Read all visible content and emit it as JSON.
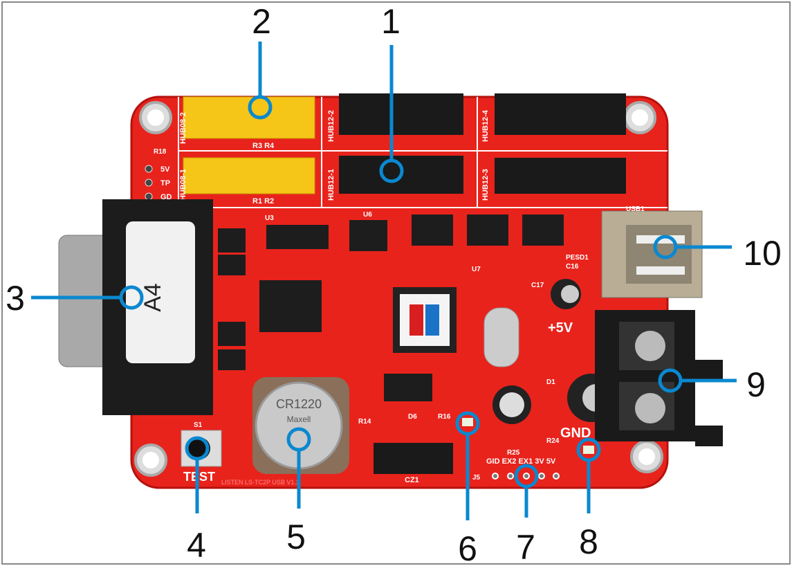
{
  "callouts": {
    "c1": "1",
    "c2": "2",
    "c3": "3",
    "c4": "4",
    "c5": "5",
    "c6": "6",
    "c7": "7",
    "c8": "8",
    "c9": "9",
    "c10": "10"
  },
  "silkscreen": {
    "hub08_1": "HUB08-1",
    "hub08_2": "HUB08-2",
    "hub12_1": "HUB12-1",
    "hub12_2": "HUB12-2",
    "hub12_3": "HUB12-3",
    "hub12_4": "HUB12-4",
    "r3r4": "R3 R4",
    "r1r2": "R1 R2",
    "r18": "R18",
    "pin5v": "5V",
    "pintp": "TP",
    "pingd": "GD",
    "serial_label": "A4",
    "battery": "CR1220",
    "battery_brand": "Maxell",
    "test": "TEST",
    "s1": "S1",
    "plus5v": "+5V",
    "gnd": "GND",
    "j5_pins": "GID EX2 EX1 3V 5V",
    "cz1": "CZ1",
    "j5": "J5",
    "usb1": "USB1",
    "pesd1": "PESD1",
    "u3": "U3",
    "u6": "U6",
    "u7": "U7",
    "d6": "D6",
    "r14": "R14",
    "r16": "R16",
    "d1": "D1",
    "c16": "C16",
    "c17": "C17",
    "r24": "R24",
    "r25": "R25",
    "model": "LISTEN LS-TC2P USB V1.3"
  },
  "colors": {
    "board": "#e8231c",
    "callout": "#0a88d0",
    "yellow_header": "#f5c518"
  }
}
